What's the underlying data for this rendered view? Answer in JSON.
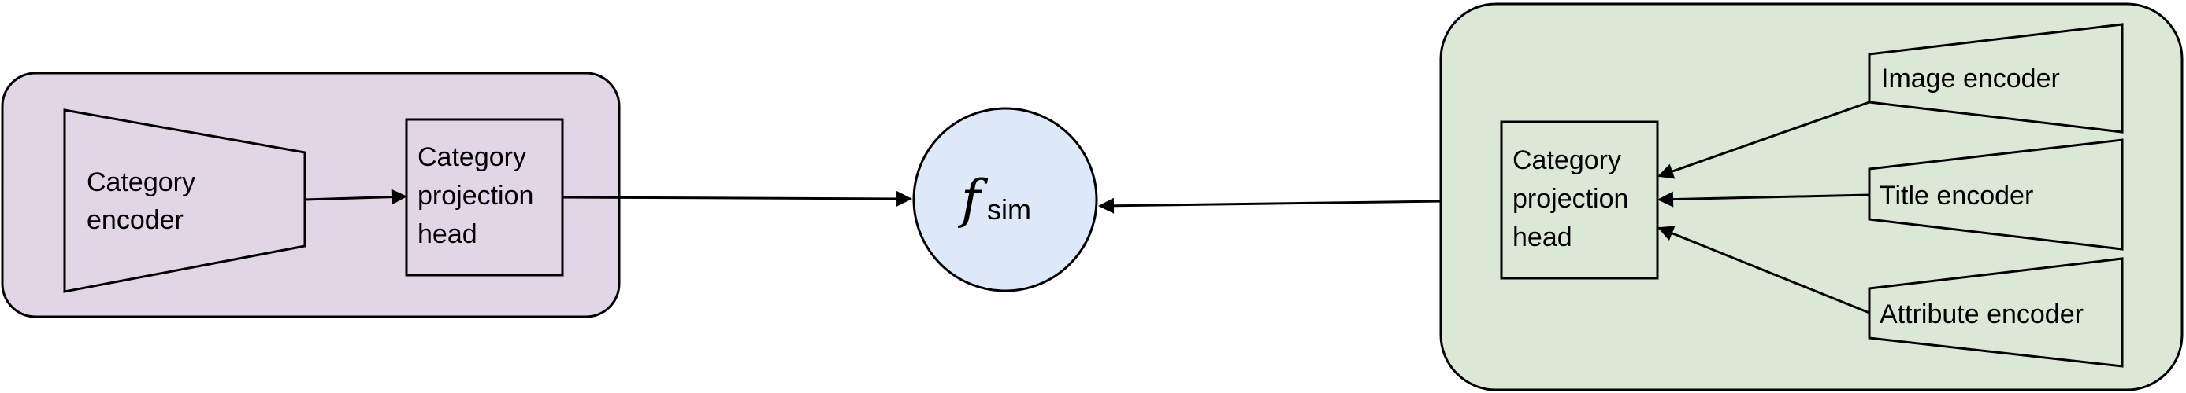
{
  "colors": {
    "left_group_fill": "#e0d6e6",
    "right_group_fill": "#dce8d6",
    "sim_circle_fill": "#dde8f8",
    "stroke": "#000000"
  },
  "left_group": {
    "encoder": {
      "line1": "Category",
      "line2": "encoder"
    },
    "head": {
      "line1": "Category",
      "line2": "projection",
      "line3": "head"
    }
  },
  "similarity": {
    "symbol": "f",
    "subscript": "sim"
  },
  "right_group": {
    "head": {
      "line1": "Category",
      "line2": "projection",
      "line3": "head"
    },
    "encoders": {
      "image": "Image encoder",
      "title": "Title encoder",
      "attribute": "Attribute encoder"
    }
  }
}
